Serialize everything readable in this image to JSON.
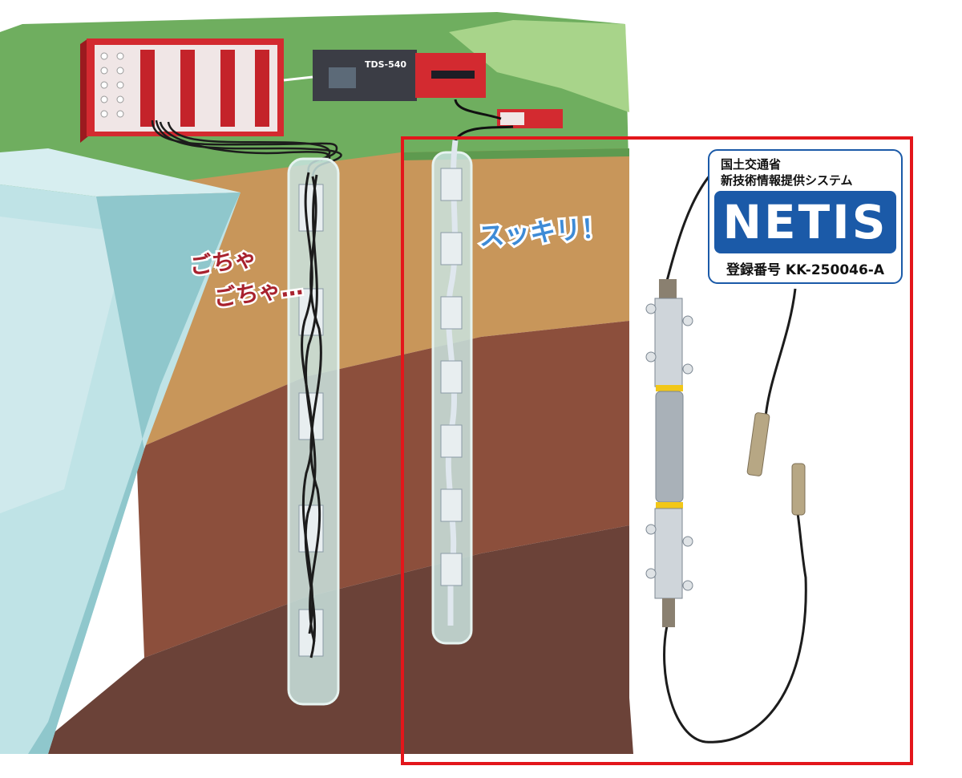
{
  "logger_label": "TDS-540",
  "tangled_label_line1": "ごちゃ",
  "tangled_label_line2": "ごちゃ…",
  "clean_label": "スッキリ！",
  "netis": {
    "line1": "国土交通省",
    "line2": "新技術情報提供システム",
    "name": "NETIS",
    "registration": "登録番号 KK-250046-A"
  },
  "colors": {
    "grass": "#6fae5f",
    "soil_top": "#c8965a",
    "soil_mid": "#8c4f3c",
    "soil_deep": "#6b4238",
    "concrete": "#bfe3e6",
    "highlight_frame": "#e3161b",
    "netis_blue": "#1b5aa8"
  }
}
